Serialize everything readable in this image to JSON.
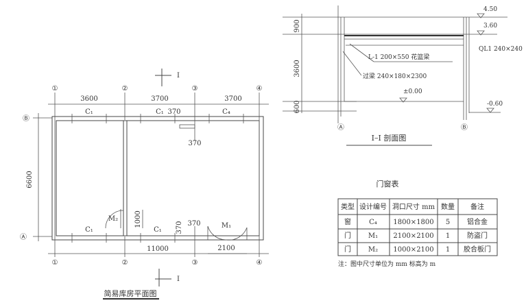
{
  "plan": {
    "title": "简易库房平面图",
    "axes_numbered": [
      "①",
      "②",
      "③",
      "④"
    ],
    "axes_lettered": [
      "Ⓑ",
      "Ⓐ"
    ],
    "section_mark": "I",
    "top_dims": [
      "3600",
      "3700",
      "3700"
    ],
    "overall_dim": "11000",
    "depth_dim": "6600",
    "top_windows": [
      "C₁",
      "C₁",
      "C₄"
    ],
    "bottom_windows": [
      "C₁",
      "C₁"
    ],
    "dim_370_top": "370",
    "dim_370_below": "370",
    "dim_370_bottom_a": "370",
    "dim_370_bottom_b": "370",
    "door_m2": "M₂",
    "door_m2_dim": "1000",
    "door_m1": "M₁",
    "door_m1_dim": "2100"
  },
  "section": {
    "title": "I–I 剖面图",
    "elev_top": "4.50",
    "elev_beam": "3.60",
    "elev_floor": "±0.00",
    "elev_ground": "-0.60",
    "dims": [
      "900",
      "3600",
      "600"
    ],
    "ql1": "QL1  240×240",
    "l1": "L-1  200×550 花篮梁",
    "lintel": "过梁 240×180×2300",
    "axis_a": "Ⓐ",
    "axis_b": "Ⓑ"
  },
  "table": {
    "title": "门窗表",
    "headers": [
      "类型",
      "设计编号",
      "洞口尺寸 mm",
      "数量",
      "备注"
    ],
    "rows": [
      [
        "窗",
        "C₄",
        "1800×1800",
        "5",
        "铝合金"
      ],
      [
        "门",
        "M₁",
        "2100×2100",
        "1",
        "防盗门"
      ],
      [
        "门",
        "M₂",
        "1000×2100",
        "1",
        "胶合板门"
      ]
    ],
    "note": "注：图中尺寸单位为 mm 标高为 m"
  }
}
